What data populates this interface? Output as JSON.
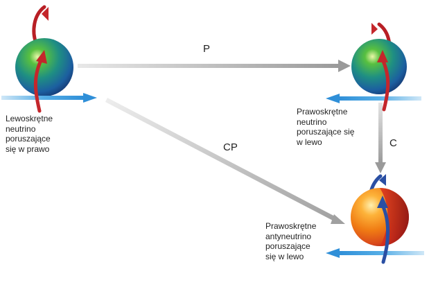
{
  "particles": [
    {
      "id": "left-neutrino",
      "label_lines": [
        "Lewoskrętne",
        "neutrino",
        "poruszające",
        "się w prawo"
      ],
      "sphere_color": "green-blue",
      "spin_color": "#c0272d",
      "motion_color": "#3b9ee0",
      "motion": "right"
    },
    {
      "id": "right-neutrino",
      "label_lines": [
        "Prawoskrętne",
        "neutrino",
        "poruszające się",
        "w lewo"
      ],
      "sphere_color": "green-blue",
      "spin_color": "#c0272d",
      "motion_color": "#3b9ee0",
      "motion": "left"
    },
    {
      "id": "antineutrino",
      "label_lines": [
        "Prawoskrętne",
        "antyneutrino",
        "poruszające",
        "się w lewo"
      ],
      "sphere_color": "orange-red",
      "spin_color": "#2a4fa3",
      "motion_color": "#3b9ee0",
      "motion": "left"
    }
  ],
  "transforms": {
    "p_label": "P",
    "c_label": "C",
    "cp_label": "CP"
  },
  "colors": {
    "transform_arrow": "#a8a8a8"
  }
}
